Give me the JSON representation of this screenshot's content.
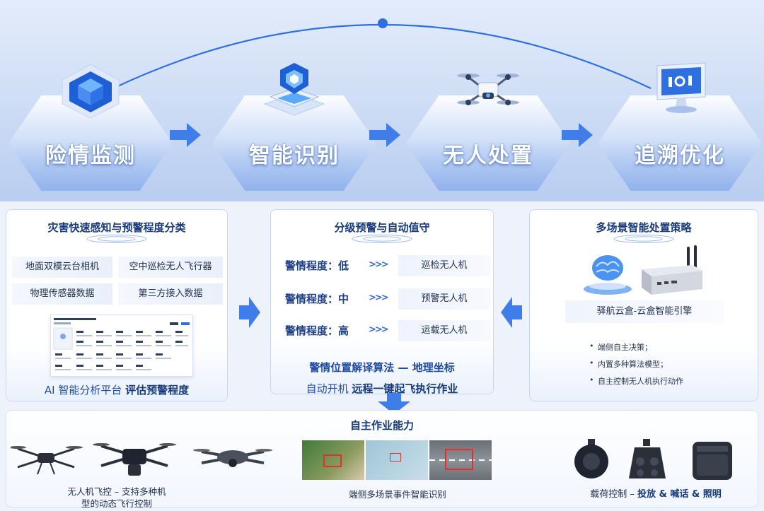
{
  "colors": {
    "accent": "#2f6fe0",
    "title": "#173a7a",
    "arrow": "#3f7ee8"
  },
  "stages": [
    {
      "label": "险情监测",
      "icon": "cube-monitor-icon"
    },
    {
      "label": "智能识别",
      "icon": "shield-layers-icon"
    },
    {
      "label": "无人处置",
      "icon": "drone-icon"
    },
    {
      "label": "追溯优化",
      "icon": "monitor-screen-icon"
    }
  ],
  "left": {
    "title": "灾害快速感知与预警程度分类",
    "chips": [
      "地面双模云台相机",
      "空中巡检无人飞行器",
      "物理传感器数据",
      "第三方接入数据"
    ],
    "footer_prefix": "AI 智能分析平台",
    "footer_bold": "评估预警程度"
  },
  "middle": {
    "title": "分级预警与自动值守",
    "levels": [
      {
        "label": "警情程度：低",
        "target": "巡检无人机"
      },
      {
        "label": "警情程度：中",
        "target": "预警无人机"
      },
      {
        "label": "警情程度：高",
        "target": "运载无人机"
      }
    ],
    "chevrons": ">>>",
    "algo": "警情位置解译算法 — 地理坐标",
    "auto_prefix": "自动开机",
    "auto_bold": "远程一键起飞执行作业"
  },
  "right": {
    "title": "多场景智能处置策略",
    "device": "驿航云盒-云盒智能引擎",
    "bullets": [
      "端侧自主决策；",
      "内置多种算法模型；",
      "自主控制无人机执行动作"
    ]
  },
  "bottom": {
    "title": "自主作业能力",
    "drone_caption_line1": "无人机飞控 – 支持多种机",
    "drone_caption_line2": "型的动态飞行控制",
    "recog_caption": "端侧多场景事件智能识别",
    "payload_prefix": "载荷控制 –",
    "payload_bold": "投放 & 喊话 & 照明"
  }
}
